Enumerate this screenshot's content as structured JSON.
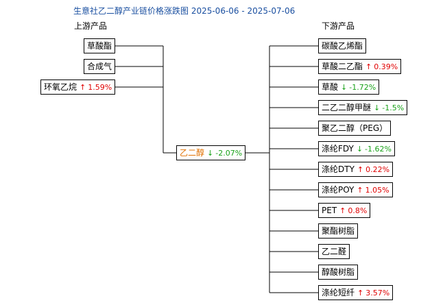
{
  "title": "生意社乙二醇产业链价格涨跌图 2025-06-06 - 2025-07-06",
  "upstream_label": "上游产品",
  "downstream_label": "下游产品",
  "center": {
    "name": "乙二醇",
    "change": "-2.07%",
    "dir": "down"
  },
  "upstream": [
    {
      "name": "草酸酯",
      "change": "",
      "dir": ""
    },
    {
      "name": "合成气",
      "change": "",
      "dir": ""
    },
    {
      "name": "环氧乙烷",
      "change": "1.59%",
      "dir": "up"
    }
  ],
  "downstream": [
    {
      "name": "碳酸乙烯酯",
      "change": "",
      "dir": ""
    },
    {
      "name": "草酸二乙酯",
      "change": "0.39%",
      "dir": "up"
    },
    {
      "name": "草酸",
      "change": "-1.72%",
      "dir": "down"
    },
    {
      "name": "二乙二醇甲醚",
      "change": "-1.5%",
      "dir": "down"
    },
    {
      "name": "聚乙二醇（PEG）",
      "change": "",
      "dir": ""
    },
    {
      "name": "涤纶FDY",
      "change": "-1.62%",
      "dir": "down"
    },
    {
      "name": "涤纶DTY",
      "change": "0.22%",
      "dir": "up"
    },
    {
      "name": "涤纶POY",
      "change": "1.05%",
      "dir": "up"
    },
    {
      "name": "PET",
      "change": "0.8%",
      "dir": "up"
    },
    {
      "name": "聚酯树脂",
      "change": "",
      "dir": ""
    },
    {
      "name": "乙二醛",
      "change": "",
      "dir": ""
    },
    {
      "name": "醇酸树脂",
      "change": "",
      "dir": ""
    },
    {
      "name": "涤纶短纤",
      "change": "3.57%",
      "dir": "up"
    }
  ],
  "arrows": {
    "up": "↑",
    "down": "↓"
  }
}
